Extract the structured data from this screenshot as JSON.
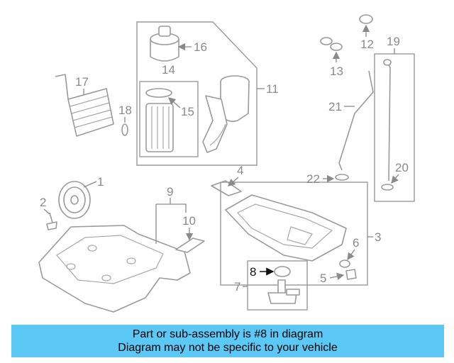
{
  "callouts": [
    "1",
    "2",
    "3",
    "4",
    "5",
    "6",
    "7",
    "8",
    "9",
    "10",
    "11",
    "12",
    "13",
    "14",
    "15",
    "16",
    "17",
    "18",
    "19",
    "20",
    "21",
    "22"
  ],
  "highlighted_callout": "8",
  "banner": {
    "line1": "Part or sub-assembly is #8 in diagram",
    "line2": "Diagram may not be specific to your vehicle"
  },
  "colors": {
    "banner_bg": "#5bc8f5",
    "linework": "#9a9a9a",
    "callout_text": "#8a8a8a",
    "highlight_text": "#111111"
  }
}
